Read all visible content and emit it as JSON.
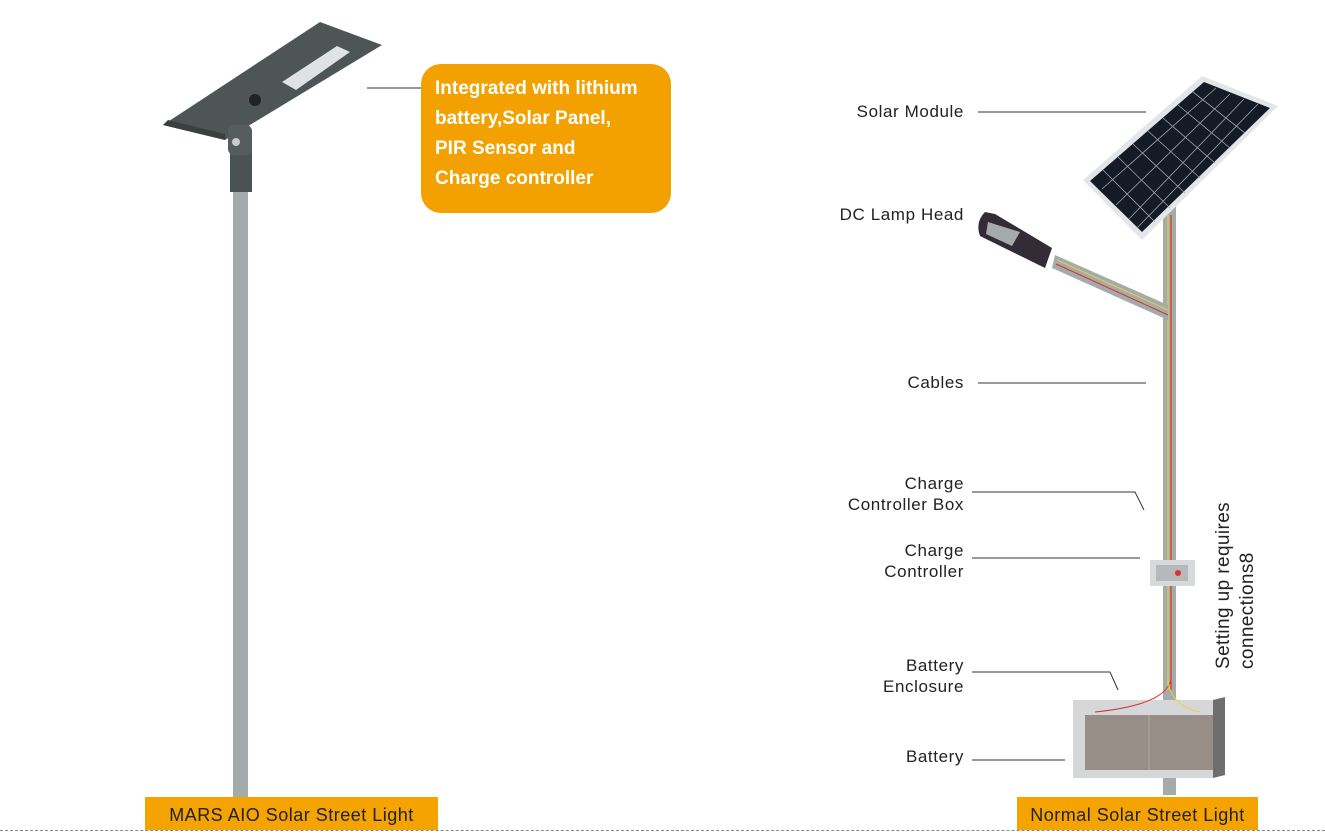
{
  "aio": {
    "callout": [
      "Integrated with lithium",
      "battery,Solar Panel,",
      "PIR Sensor and",
      "Charge controller"
    ],
    "title": "MARS AIO Solar Street Light"
  },
  "normal": {
    "labels": {
      "solar_module": "Solar Module",
      "lamp_head": "DC Lamp Head",
      "cables": "Cables",
      "controller_box_1": "Charge",
      "controller_box_2": "Controller Box",
      "controller_1": "Charge",
      "controller_2": "Controller",
      "enclosure_1": "Battery",
      "enclosure_2": "Enclosure",
      "battery": "Battery"
    },
    "note_1": "Setting up requires",
    "note_2": "connections8",
    "title": "Normal Solar Street Light"
  },
  "colors": {
    "accent": "#f2a100",
    "pole": "#a3abab"
  }
}
